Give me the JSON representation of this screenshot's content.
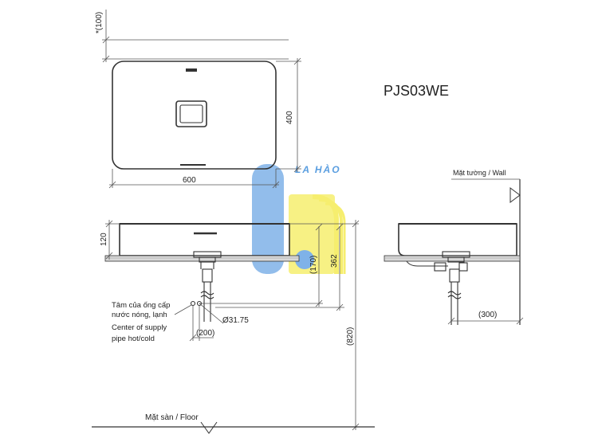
{
  "model": "PJS03WE",
  "watermark": "LA HÀO",
  "dimensions": {
    "top_clearance": "*(100)",
    "basin_width": "600",
    "basin_depth": "400",
    "basin_height": "120",
    "supply_height": "(170)",
    "outlet_height": "362",
    "counter_height": "(820)",
    "supply_spacing": "(200)",
    "drain_diameter": "Ø31.75",
    "wall_distance": "(300)"
  },
  "labels": {
    "supply_vi_1": "Tâm của ống cấp",
    "supply_vi_2": "nước nóng, lạnh",
    "supply_en_1": "Center of supply",
    "supply_en_2": "pipe hot/cold",
    "floor": "Mặt sàn / Floor",
    "wall": "Mặt tường / Wall"
  },
  "colors": {
    "logo_blue": "#7fb2e8",
    "logo_yellow": "#f6ee6e",
    "logo_text": "#5a9ee0"
  }
}
